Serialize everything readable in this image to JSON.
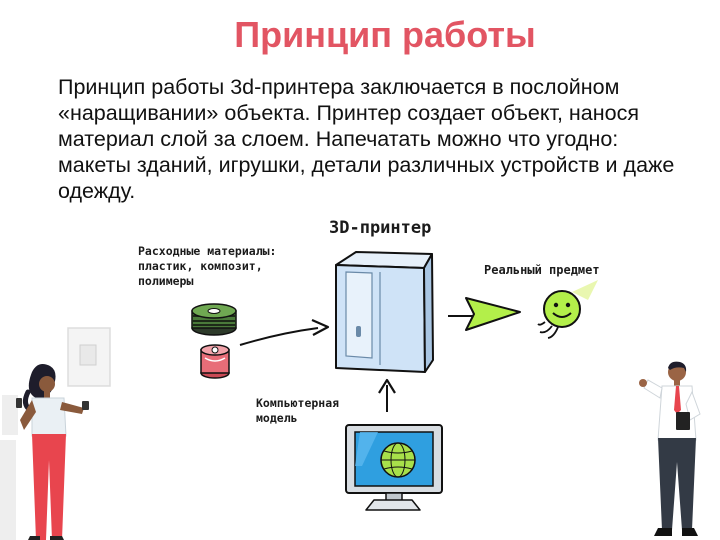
{
  "title": "Принцип работы",
  "intro": "Принцип работы 3d-принтера заключается в послойном «наращивании» объекта. Принтер создает объект, нанося материал слой за слоем.  Напечатать можно что угодно: макеты зданий, игрушки, детали различных устройств и даже одежду.",
  "diagram": {
    "printer_label": "3D-принтер",
    "materials_label": "Расходные материалы: пластик, композит, полимеры",
    "result_label": "Реальный предмет",
    "model_label": "Компьютерная модель"
  },
  "colors": {
    "title": "#e25563",
    "arrow_fill": "#b3ef4a",
    "printer_body": "#cfe3f7",
    "monitor_screen": "#2f9fe0",
    "figure_pants_red": "#e8454e",
    "figure_pants_dark": "#333a45"
  }
}
